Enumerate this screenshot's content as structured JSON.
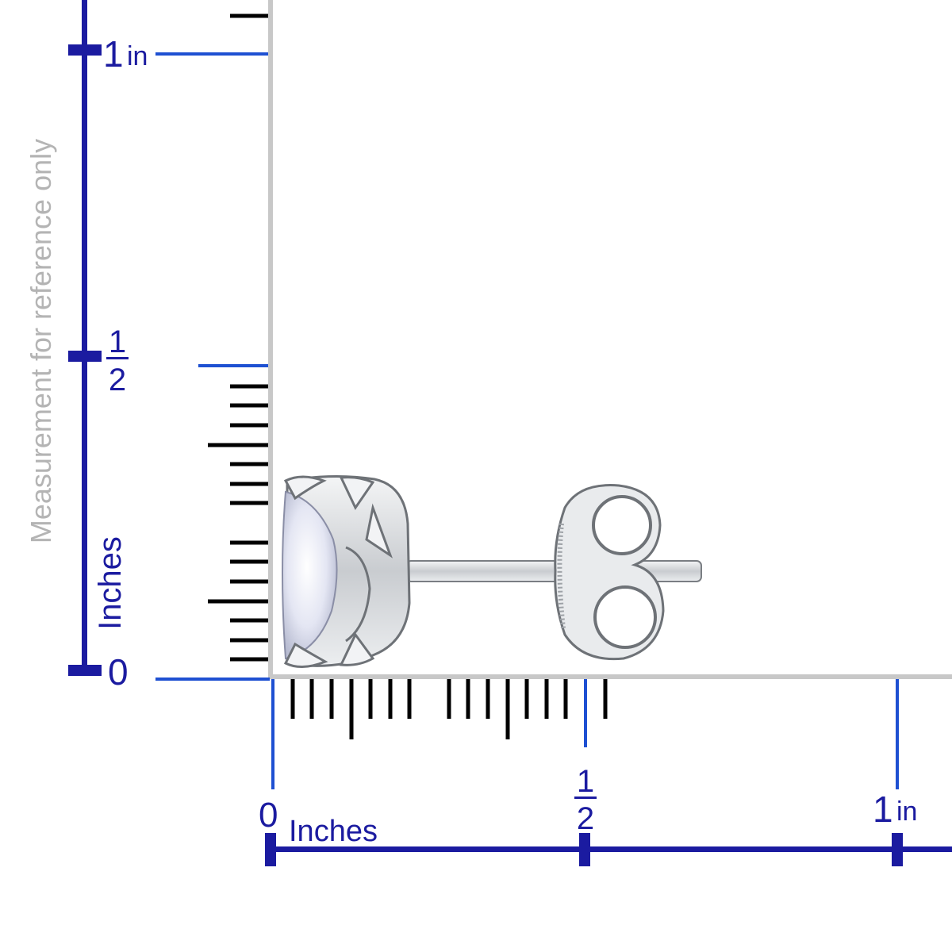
{
  "vertical_scale": {
    "label_top": "1",
    "label_top_unit": "in",
    "label_half_num": "1",
    "label_half_den": "2",
    "label_zero": "0",
    "unit_caption": "Inches",
    "note": "Measurement for reference only"
  },
  "horizontal_scale": {
    "label_zero": "0",
    "unit_caption": "Inches",
    "label_half_num": "1",
    "label_half_den": "2",
    "label_one": "1",
    "label_one_unit": "in"
  },
  "product": {
    "depicts": "stud earring with round clear gemstone in six-prong setting, post and butterfly back"
  },
  "colors": {
    "scale_navy": "#1b1ba0",
    "guide_blue": "#1e50d2",
    "tick_black": "#000000",
    "frame_gray": "#c8c8c8",
    "note_gray": "#b4b4b4",
    "metal": "#d6d8db",
    "metal_dark": "#6e7277",
    "stone": "#e6e8f4"
  }
}
